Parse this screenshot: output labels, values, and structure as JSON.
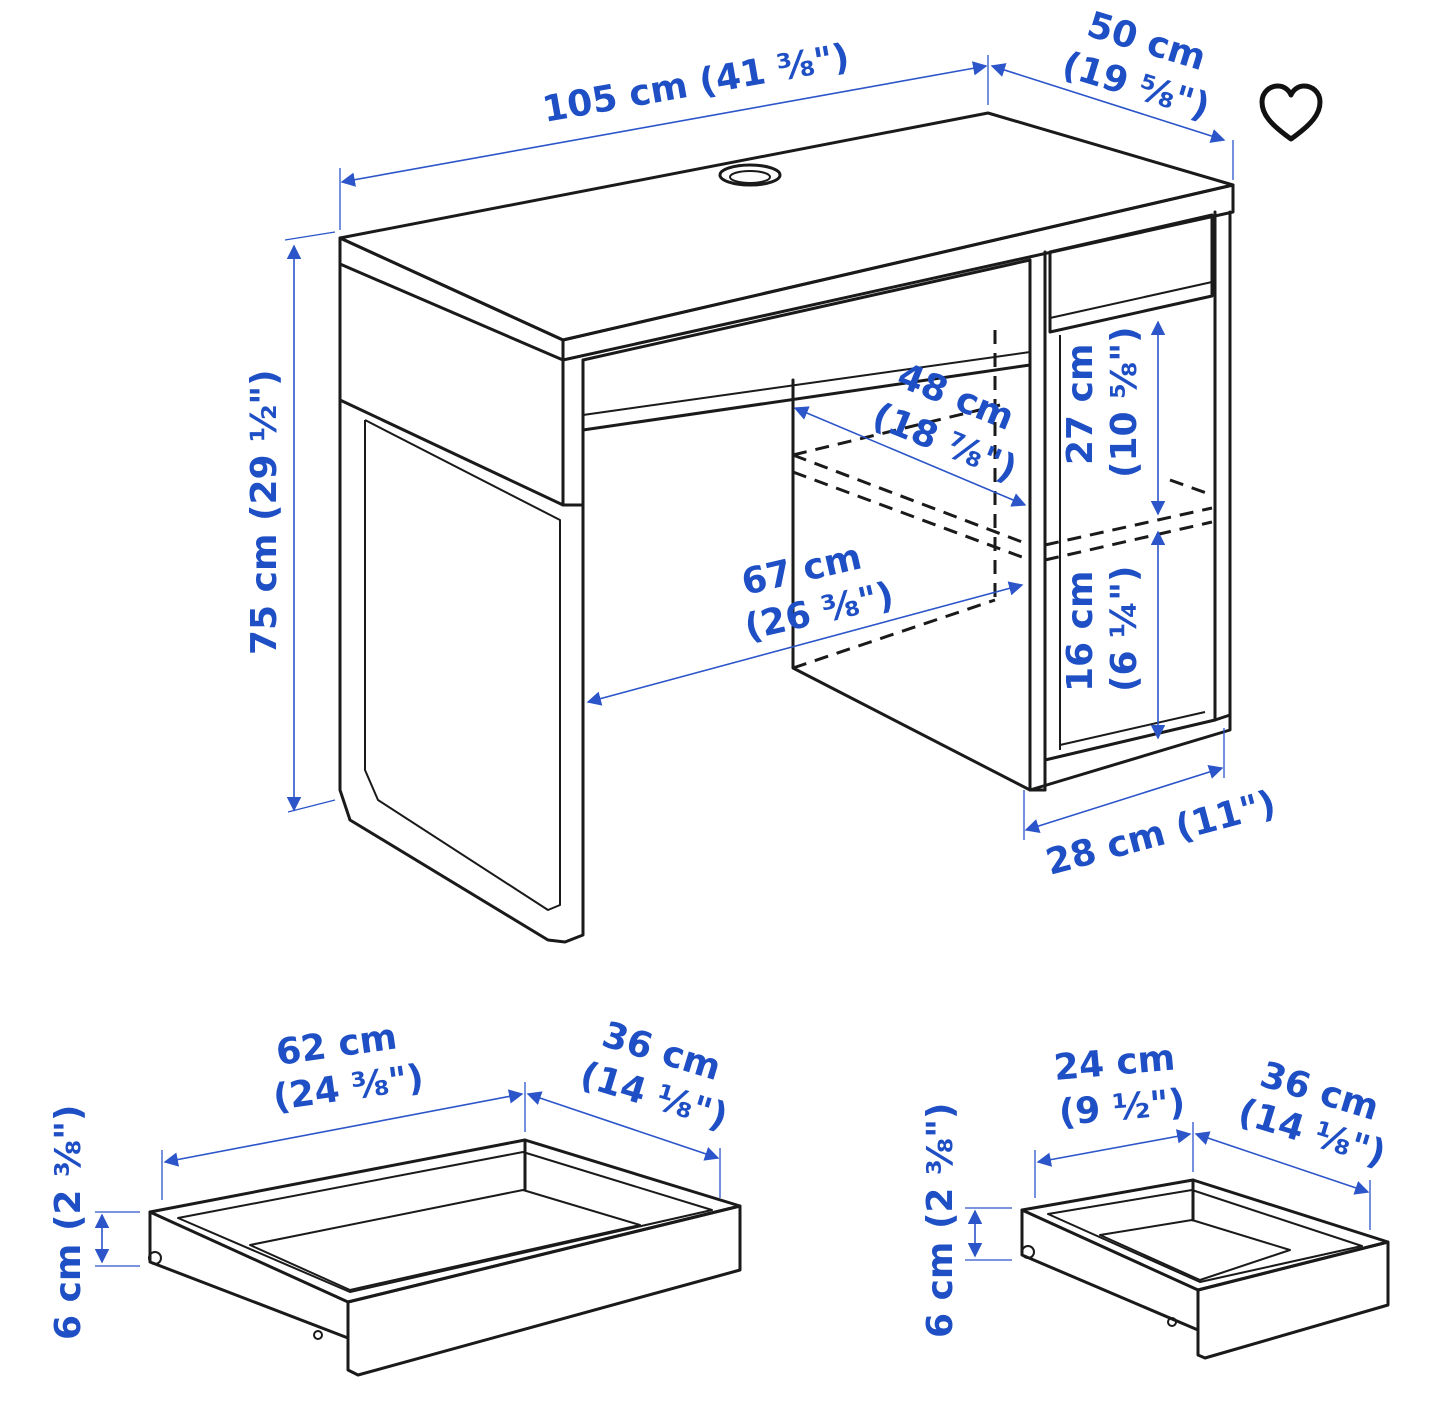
{
  "colors": {
    "dimension": "#1f4fc4",
    "line": "#1a1a1a",
    "background": "#ffffff"
  },
  "favorite": {
    "icon": "heart-outline-icon"
  },
  "desk": {
    "width": "105 cm (41 ⅜\")",
    "depth_cm": "50 cm",
    "depth_in": "(19 ⅝\")",
    "height": "75 cm (29 ½\")",
    "inner_depth_cm": "48 cm",
    "inner_depth_in": "(18 ⅞\")",
    "knee_width_cm": "67 cm",
    "knee_width_in": "(26 ⅜\")",
    "shelf_upper_cm": "27 cm",
    "shelf_upper_in": "(10 ⅝\")",
    "shelf_lower_cm": "16 cm",
    "shelf_lower_in": "(6 ¼\")",
    "cabinet_width": "28 cm (11\")"
  },
  "large_drawer": {
    "width_cm": "62 cm",
    "width_in": "(24 ⅜\")",
    "depth_cm": "36 cm",
    "depth_in": "(14 ⅛\")",
    "height": "6 cm (2 ⅜\")"
  },
  "small_drawer": {
    "width_cm": "24 cm",
    "width_in": "(9 ½\")",
    "depth_cm": "36 cm",
    "depth_in": "(14 ⅛\")",
    "height": "6 cm (2 ⅜\")"
  }
}
